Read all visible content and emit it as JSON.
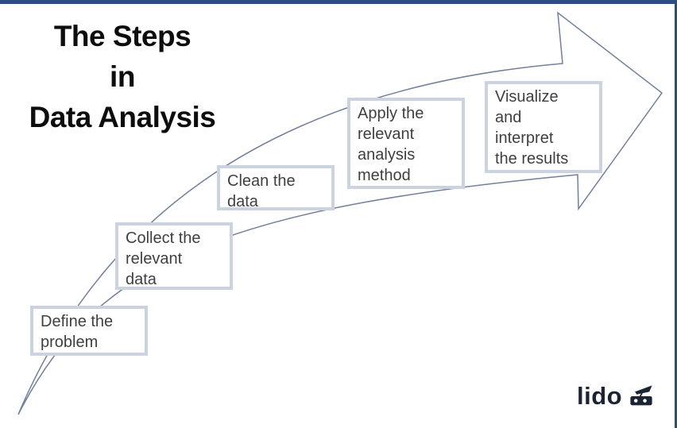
{
  "slide": {
    "title": {
      "line1": "The Steps",
      "line2": "in",
      "line3": "Data Analysis"
    },
    "steps": [
      {
        "label": "Define the\nproblem"
      },
      {
        "label": "Collect the\nrelevant\ndata"
      },
      {
        "label": "Clean the\ndata"
      },
      {
        "label": "Apply the\nrelevant\nanalysis\nmethod"
      },
      {
        "label": "Visualize\nand\ninterpret\nthe results"
      }
    ],
    "logo": {
      "wordmark": "lido",
      "icon": "beach-umbrella-lounger-icon"
    }
  },
  "colors": {
    "frame_border": "#2e4c7c",
    "arrow_stroke": "#72809c",
    "box_border": "#cad3df",
    "box_text": "#3f3f3f",
    "title_text": "#0d0d0d",
    "logo": "#1b2433",
    "background": "#ffffff"
  }
}
